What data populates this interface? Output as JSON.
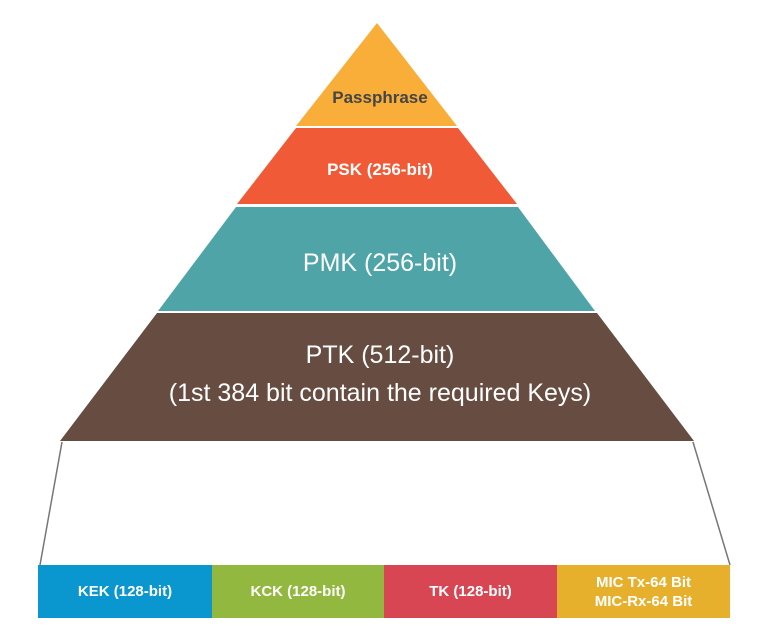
{
  "pyramid": {
    "layers": [
      {
        "label": "Passphrase",
        "color": "#F9AE3A",
        "text_color": "#454545"
      },
      {
        "label": "PSK (256-bit)",
        "color": "#F15A37",
        "text_color": "#ffffff"
      },
      {
        "label": "PMK (256-bit)",
        "color": "#4FA4A8",
        "text_color": "#ffffff"
      },
      {
        "label": "PTK (512-bit)",
        "sublabel": "(1st 384 bit contain the required Keys)",
        "color": "#664C41",
        "text_color": "#ffffff"
      }
    ]
  },
  "keys": [
    {
      "label": "KEK (128-bit)",
      "color": "#0A96CE"
    },
    {
      "label": "KCK (128-bit)",
      "color": "#93B83F"
    },
    {
      "label": "TK (128-bit)",
      "color": "#D94653"
    },
    {
      "label": "MIC Tx-64 Bit",
      "label2": "MIC-Rx-64 Bit",
      "color": "#E6B02C"
    }
  ]
}
